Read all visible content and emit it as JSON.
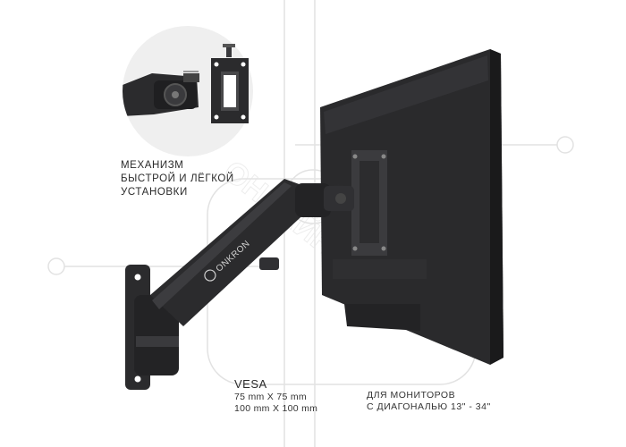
{
  "brand": "ONKRON",
  "callout": {
    "lines": [
      "МЕХАНИЗМ",
      "БЫСТРОЙ И ЛЁГКОЙ",
      "УСТАНОВКИ"
    ]
  },
  "vesa": {
    "title": "VESA",
    "sizes": [
      "75 mm X 75 mm",
      "100 mm X 100 mm"
    ]
  },
  "monitors": {
    "lines": [
      "ДЛЯ МОНИТОРОВ",
      "С ДИАГОНАЛЬЮ 13\" - 34\""
    ]
  },
  "watermark_text": "ОНЛАЙН ТРЕЙД",
  "colors": {
    "background": "#ffffff",
    "product": "#2b2b2d",
    "text": "#2a2a2a",
    "watermark": "#e2e2e2"
  }
}
